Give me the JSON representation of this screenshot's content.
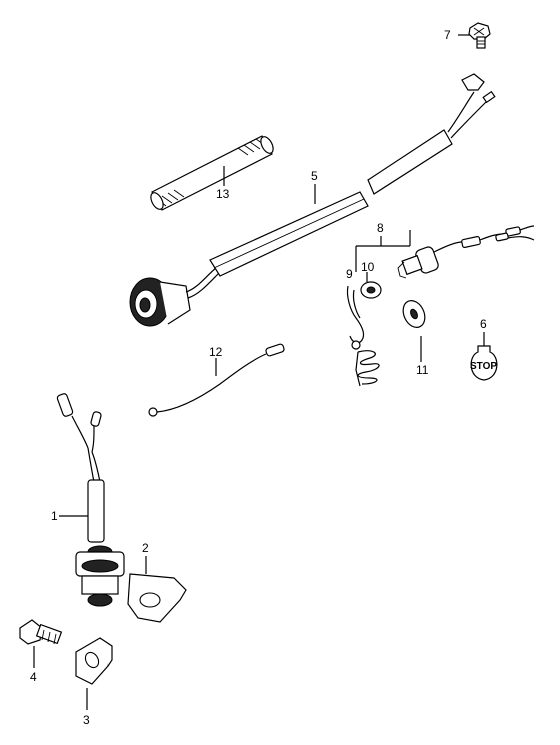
{
  "diagram": {
    "labels": {
      "p1": "1",
      "p2": "2",
      "p3": "3",
      "p4": "4",
      "p5": "5",
      "p6": "6",
      "p7": "7",
      "p8": "8",
      "p9": "9",
      "p10": "10",
      "p11": "11",
      "p12": "12",
      "p13": "13"
    },
    "stop_cap_text": "STOP"
  }
}
